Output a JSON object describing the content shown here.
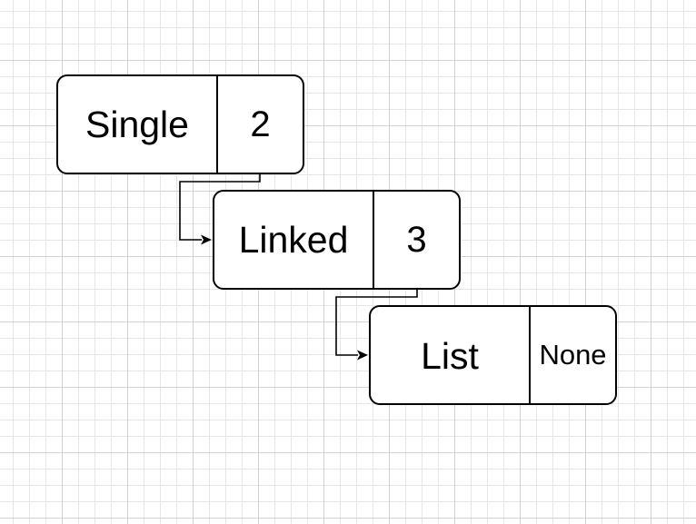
{
  "diagram": {
    "nodes": [
      {
        "data": "Single",
        "next": "2"
      },
      {
        "data": "Linked",
        "next": "3"
      },
      {
        "data": "List",
        "next": "None"
      }
    ],
    "edges": [
      {
        "from": 0,
        "to": 1
      },
      {
        "from": 1,
        "to": 2
      }
    ]
  }
}
